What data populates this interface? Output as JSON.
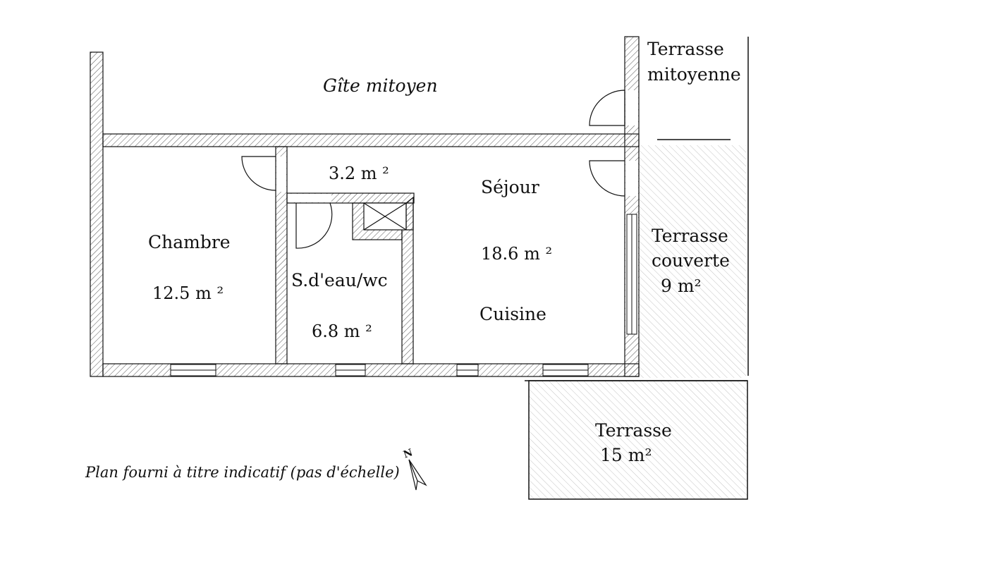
{
  "labels": {
    "neighbor": "Gîte mitoyen",
    "shared_terrace": "Terrasse",
    "shared_terrace_2": "mitoyenne",
    "hall_area": "3.2 m ²",
    "bedroom": "Chambre",
    "bedroom_area": "12.5 m ²",
    "bathroom": "S.d'eau/wc",
    "bathroom_area": "6.8 m ²",
    "living": "Séjour",
    "living_area": "18.6 m ²",
    "kitchen": "Cuisine",
    "covered_terrace_1": "Terrasse",
    "covered_terrace_2": "couverte",
    "covered_terrace_area": "9 m²",
    "terrace": "Terrasse",
    "terrace_area": "15 m²",
    "note": "Plan fourni à titre indicatif (pas d'échelle)",
    "north": "N"
  },
  "colors": {
    "ink": "#111111",
    "hatch": "#555555",
    "terrace_hatch": "#bbbbbb"
  },
  "icons": {
    "north": "north-arrow-icon",
    "vent": "ventilation-shaft-icon"
  }
}
